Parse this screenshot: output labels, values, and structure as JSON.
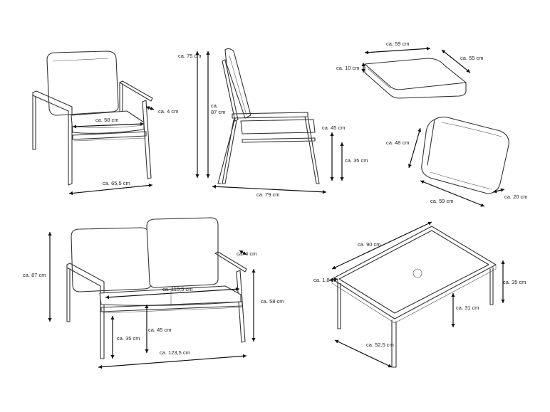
{
  "armchair_front": {
    "seat_width": "ca. 58 cm",
    "arm_width": "ca. 4 cm",
    "total_width": "ca. 65,5 cm"
  },
  "armchair_side": {
    "total_height": "ca. 75 cm",
    "back_height_line1": "ca.",
    "back_height_line2": "87 cm",
    "armrest_height": "ca. 45 cm",
    "seat_height": "ca. 35 cm",
    "depth": "ca. 79 cm"
  },
  "seat_cushion": {
    "width": "ca. 59 cm",
    "depth": "ca. 55 cm",
    "thickness": "ca. 10 cm"
  },
  "back_cushion": {
    "height": "ca. 48 cm",
    "width": "ca. 59 cm",
    "thickness": "ca. 20 cm"
  },
  "sofa": {
    "total_height": "ca. 87 cm",
    "arm_width": "ca. 4 cm",
    "seat_width": "ca. 115,5 cm",
    "armrest_height": "ca. 58 cm",
    "seat_height": "ca. 45 cm",
    "seat_frame_height": "ca. 35 cm",
    "total_width": "ca. 123,5 cm"
  },
  "table": {
    "length": "ca. 90 cm",
    "frame_width": "ca. 1,8 cm",
    "height": "ca. 35 cm",
    "inner_height": "ca. 31 cm",
    "depth": "ca. 52,5 cm"
  }
}
